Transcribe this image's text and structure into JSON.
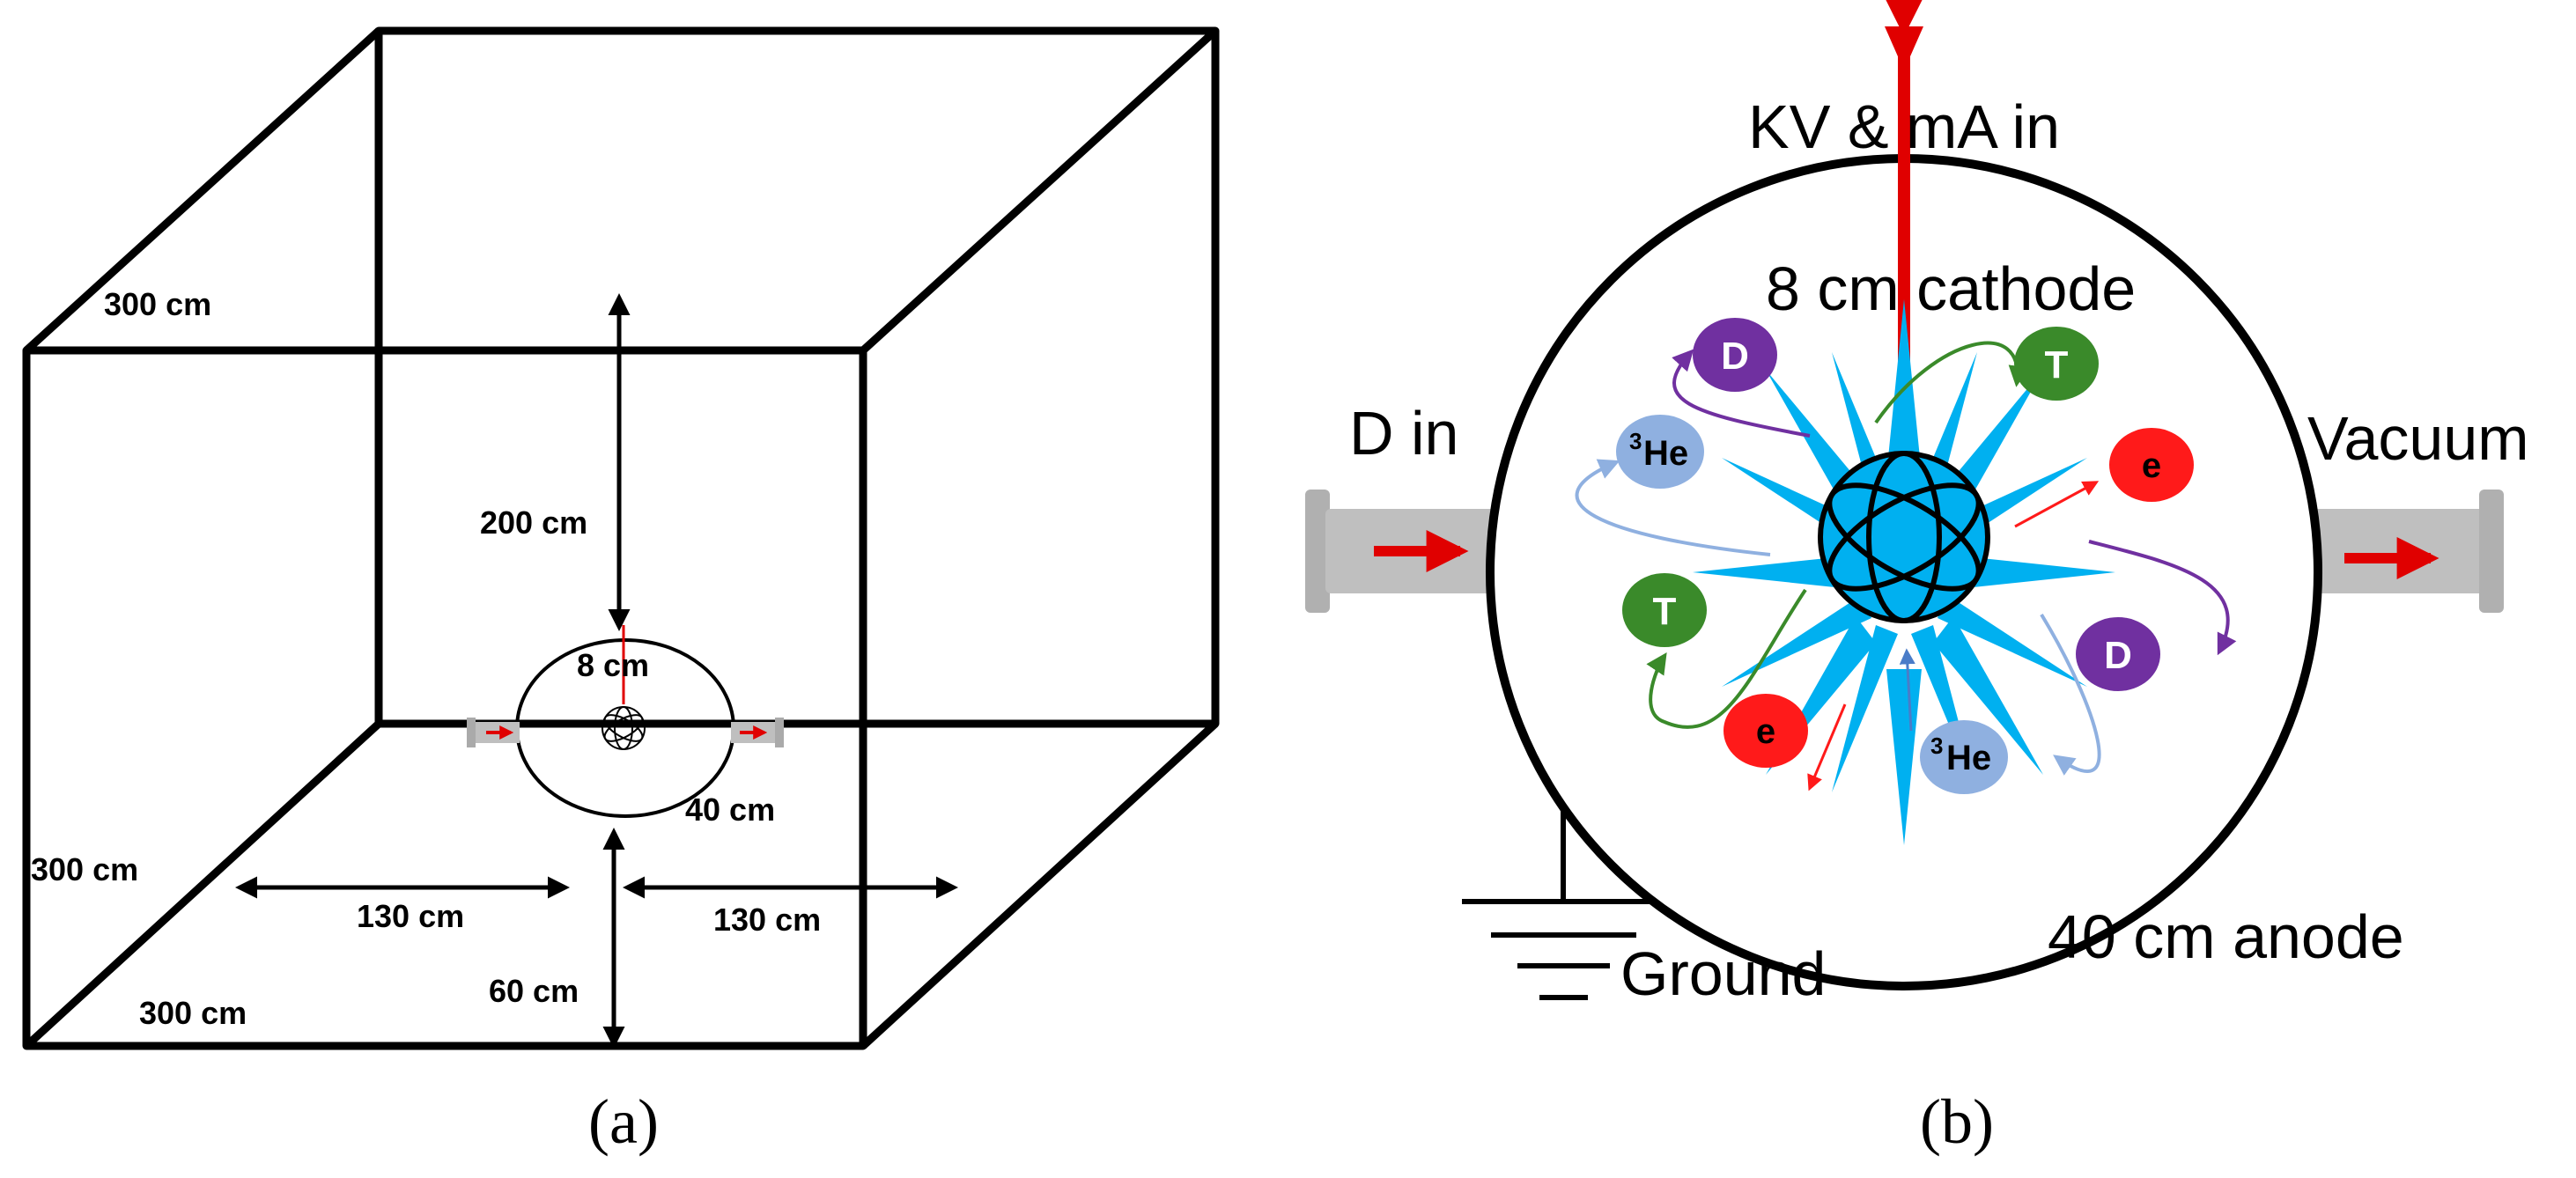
{
  "panel_a": {
    "caption": "(a)",
    "dims": {
      "depth_top": "300 cm",
      "height": "300 cm",
      "width": "300 cm",
      "above_chamber": "200 cm",
      "cathode": "8 cm",
      "anode": "40 cm",
      "left_gap": "130 cm",
      "right_gap": "130 cm",
      "below_chamber": "60 cm"
    }
  },
  "panel_b": {
    "caption": "(b)",
    "labels": {
      "power_in": "KV & mA in",
      "cathode": "8 cm cathode",
      "gas_in": "D in",
      "vacuum": "Vacuum",
      "ground": "Ground",
      "anode": "40 cm anode"
    },
    "particles": {
      "deuterium": "D",
      "tritium": "T",
      "electron": "e",
      "helium3_mass": "3",
      "helium3_symbol": "He"
    },
    "colors": {
      "deuterium": "#7030a0",
      "tritium": "#3a8a2a",
      "electron": "#ff1a1a",
      "helium3": "#8fb0e0",
      "grid_spikes": "#00b0f0",
      "feed_arrow": "#e00000",
      "port": "#bfbfbf"
    }
  }
}
